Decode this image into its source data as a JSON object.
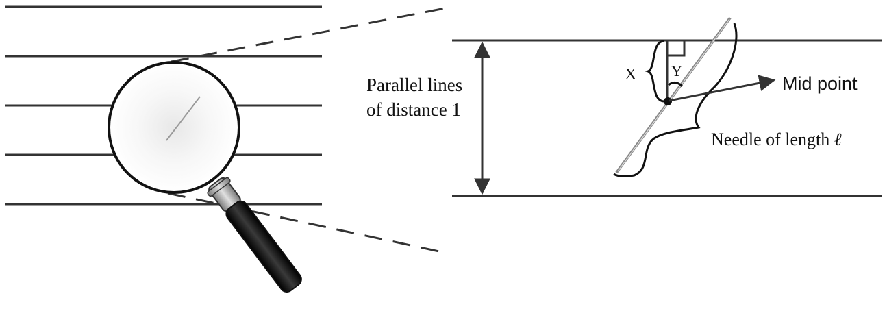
{
  "labels": {
    "parallel_line1": "Parallel lines",
    "parallel_line2": "of distance 1",
    "x_label": "X",
    "y_label": "Y",
    "midpoint": "Mid point",
    "needle_prefix": "Needle of length ",
    "needle_symbol": "ℓ"
  },
  "colors": {
    "line": "#333333",
    "needle": "#999999",
    "lens_fill": "#f2f2f2",
    "handle": "#1a1a1a",
    "collar": "#b0b0b0"
  },
  "icons": {
    "magnifier": "magnifying-glass-icon"
  }
}
